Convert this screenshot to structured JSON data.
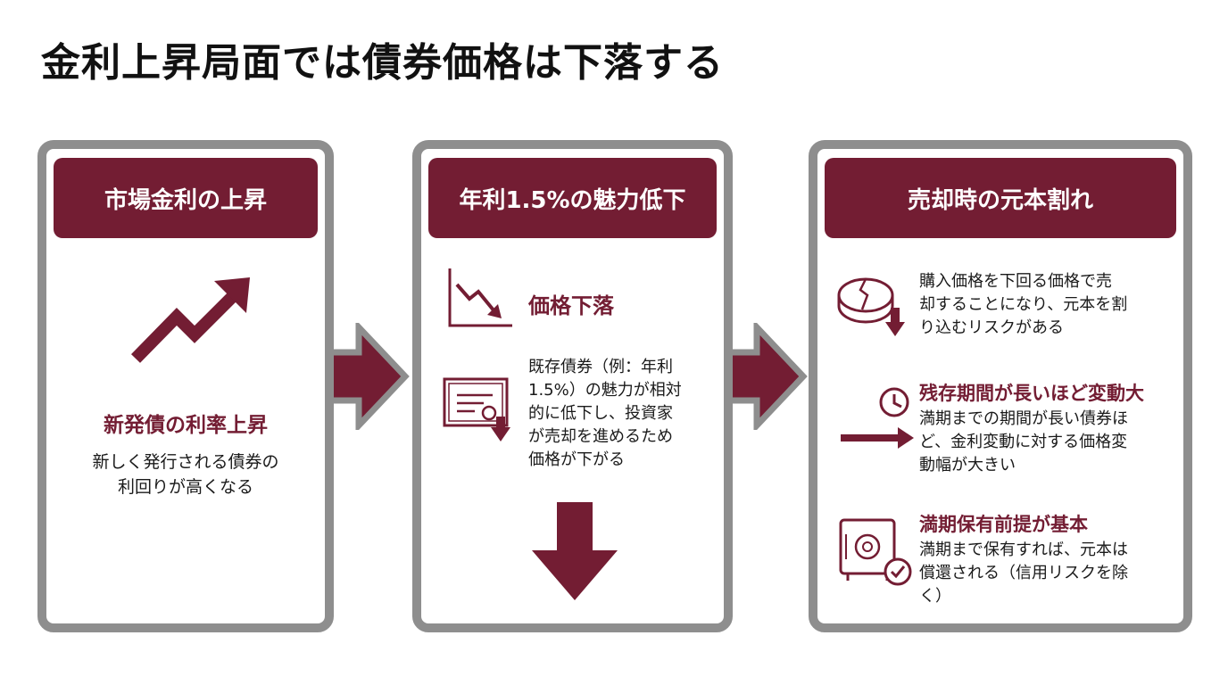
{
  "title": "金利上昇局面では債券価格は下落する",
  "colors": {
    "accent": "#731d33",
    "frame": "#8e8e8e",
    "text": "#1a1a1a"
  },
  "panels": [
    {
      "header": "市場金利の上昇",
      "icon": "trend-up-arrow-icon",
      "heading": "新発債の利率上昇",
      "text": [
        "新しく発行される債券の",
        "利回りが高くなる"
      ]
    },
    {
      "header": "年利1.5%の魅力低下",
      "item1": {
        "icon": "declining-chart-icon",
        "heading": "価格下落"
      },
      "item2": {
        "icon": "bond-certificate-down-icon",
        "text": [
          "既存債券（例：年利",
          "1.5%）の魅力が相対",
          "的に低下し、投資家",
          "が売却を進めるため",
          "価格が下がる"
        ]
      },
      "bottom_icon": "down-arrow-icon"
    },
    {
      "header": "売却時の元本割れ",
      "items": [
        {
          "icon": "broken-pie-down-icon",
          "heading": "",
          "text": [
            "購入価格を下回る価格で売",
            "却することになり、元本を割",
            "り込むリスクがある"
          ]
        },
        {
          "icon": "clock-arrow-icon",
          "heading": "残存期間が長いほど変動大",
          "text": [
            "満期までの期間が長い債券ほ",
            "ど、金利変動に対する価格変",
            "動幅が大きい"
          ]
        },
        {
          "icon": "safe-check-icon",
          "heading": "満期保有前提が基本",
          "text": [
            "満期まで保有すれば、元本は",
            "償還される（信用リスクを除",
            "く）"
          ]
        }
      ]
    }
  ],
  "connectors": [
    "right-arrow-icon",
    "right-arrow-icon"
  ]
}
